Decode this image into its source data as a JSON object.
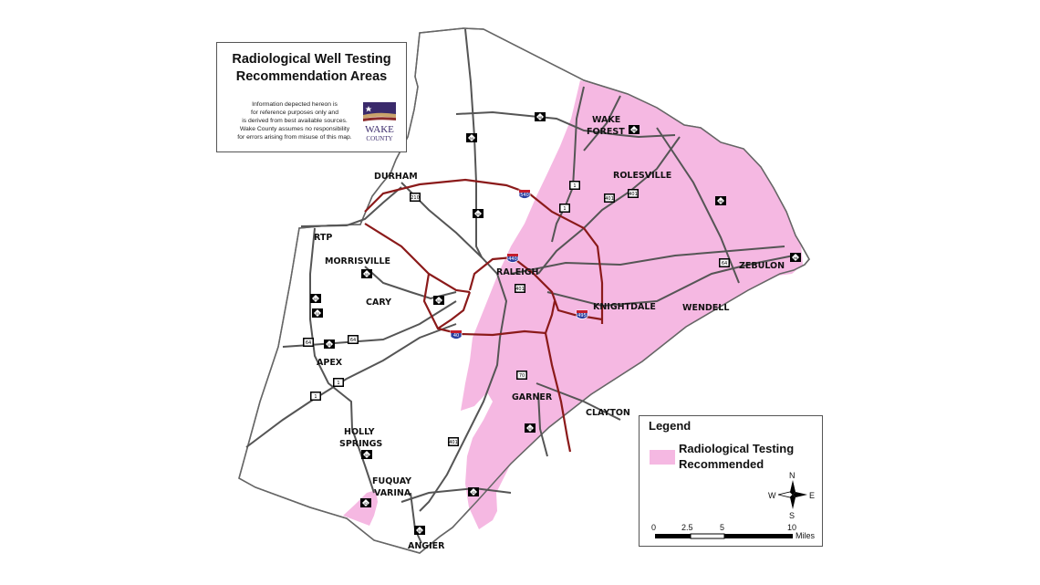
{
  "title_box": {
    "title_line1": "Radiological Well Testing",
    "title_line2": "Recommendation Areas",
    "disclaimer": [
      "Information depected hereon is",
      "for reference purposes only and",
      "is derived from best available sources.",
      "Wake County assumes no responsibility",
      "for errors arising from misuse of this map."
    ],
    "logo_text1": "WAKE",
    "logo_text2": "COUNTY"
  },
  "legend": {
    "title": "Legend",
    "item_label_line1": "Radiological Testing",
    "item_label_line2": "Recommended",
    "item_color": "#f5b8e2"
  },
  "north_arrow": {
    "n": "N",
    "s": "S",
    "e": "E",
    "w": "W"
  },
  "scale_bar": {
    "ticks": [
      "0",
      "2.5",
      "5",
      "10"
    ],
    "units": "Miles"
  },
  "colors": {
    "recommended_area": "#f5b8e2",
    "interstate": "#8b1a1a",
    "road": "#555555",
    "boundary": "#666666"
  },
  "towns": {
    "durham": "DURHAM",
    "rtp": "RTP",
    "morrisville": "MORRISVILLE",
    "cary": "CARY",
    "apex": "APEX",
    "holly_springs_1": "HOLLY",
    "holly_springs_2": "SPRINGS",
    "fuquay_1": "FUQUAY",
    "fuquay_2": "VARINA",
    "angier": "ANGIER",
    "raleigh": "RALEIGH",
    "garner": "GARNER",
    "clayton": "CLAYTON",
    "knightdale": "KNIGHTDALE",
    "wendell": "WENDELL",
    "zebulon": "ZEBULON",
    "rolesville": "ROLESVILLE",
    "wake_forest_1": "WAKE",
    "wake_forest_2": "FOREST"
  },
  "shields": {
    "i540": "540",
    "i440": "440",
    "i40": "40",
    "i495": "495",
    "us1": "1",
    "us401": "401",
    "us70": "70",
    "us64": "64",
    "us264": "64",
    "us1_apex": "1",
    "us1b": "1",
    "nc98": "98",
    "nc50": "50",
    "nc96": "96",
    "us401_s": "401",
    "nc42": "42",
    "nc55": "55",
    "nc210": "210"
  }
}
